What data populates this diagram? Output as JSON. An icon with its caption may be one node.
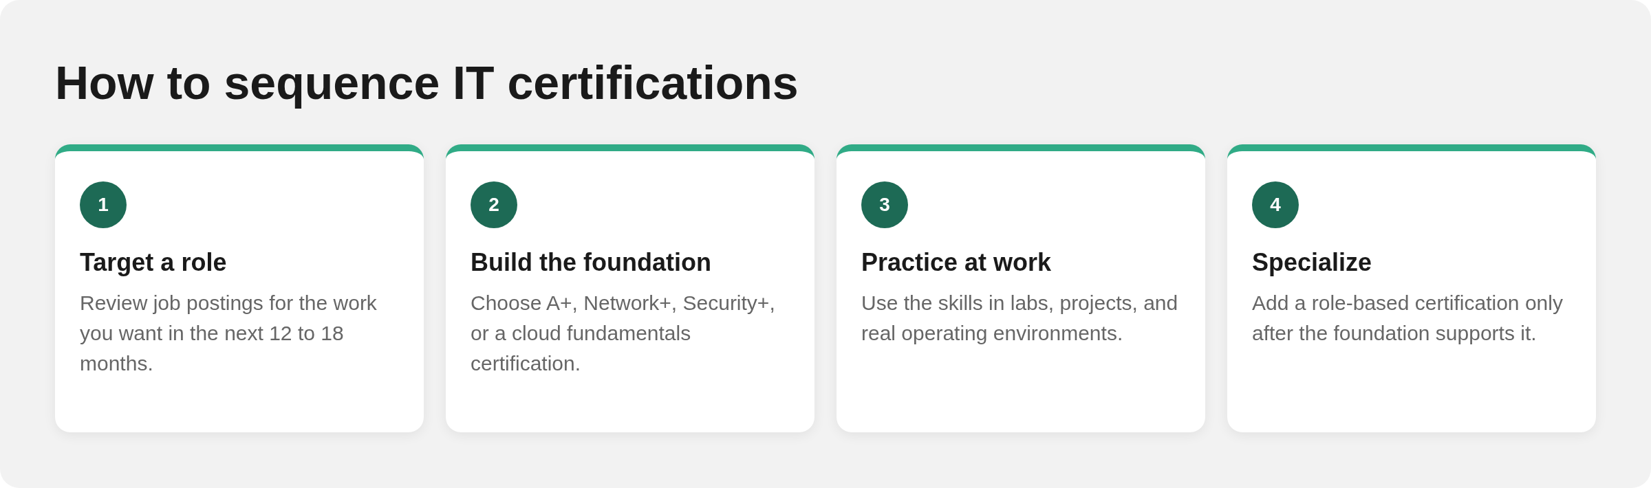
{
  "diagram": {
    "title": "How to sequence IT certifications",
    "nodes": [
      {
        "text": [
          "Target a role",
          "Review job postings for the work you want in the next 12 to 18 months."
        ]
      },
      {
        "text": [
          "1"
        ],
        "in": 0
      },
      {
        "text": [
          "Build the foundation",
          "Choose A+, Network+, Security+, or a cloud fundamentals certification."
        ]
      },
      {
        "text": [
          "2"
        ],
        "in": 2
      },
      {
        "text": [
          "Practice at work",
          "Use the skills in labs, projects, and real operating environments."
        ]
      },
      {
        "text": [
          "3"
        ],
        "in": 4
      },
      {
        "text": [
          "Specialize",
          "Add a role-based certification only after the foundation supports it."
        ]
      },
      {
        "text": [
          "4"
        ],
        "in": 6
      }
    ]
  }
}
